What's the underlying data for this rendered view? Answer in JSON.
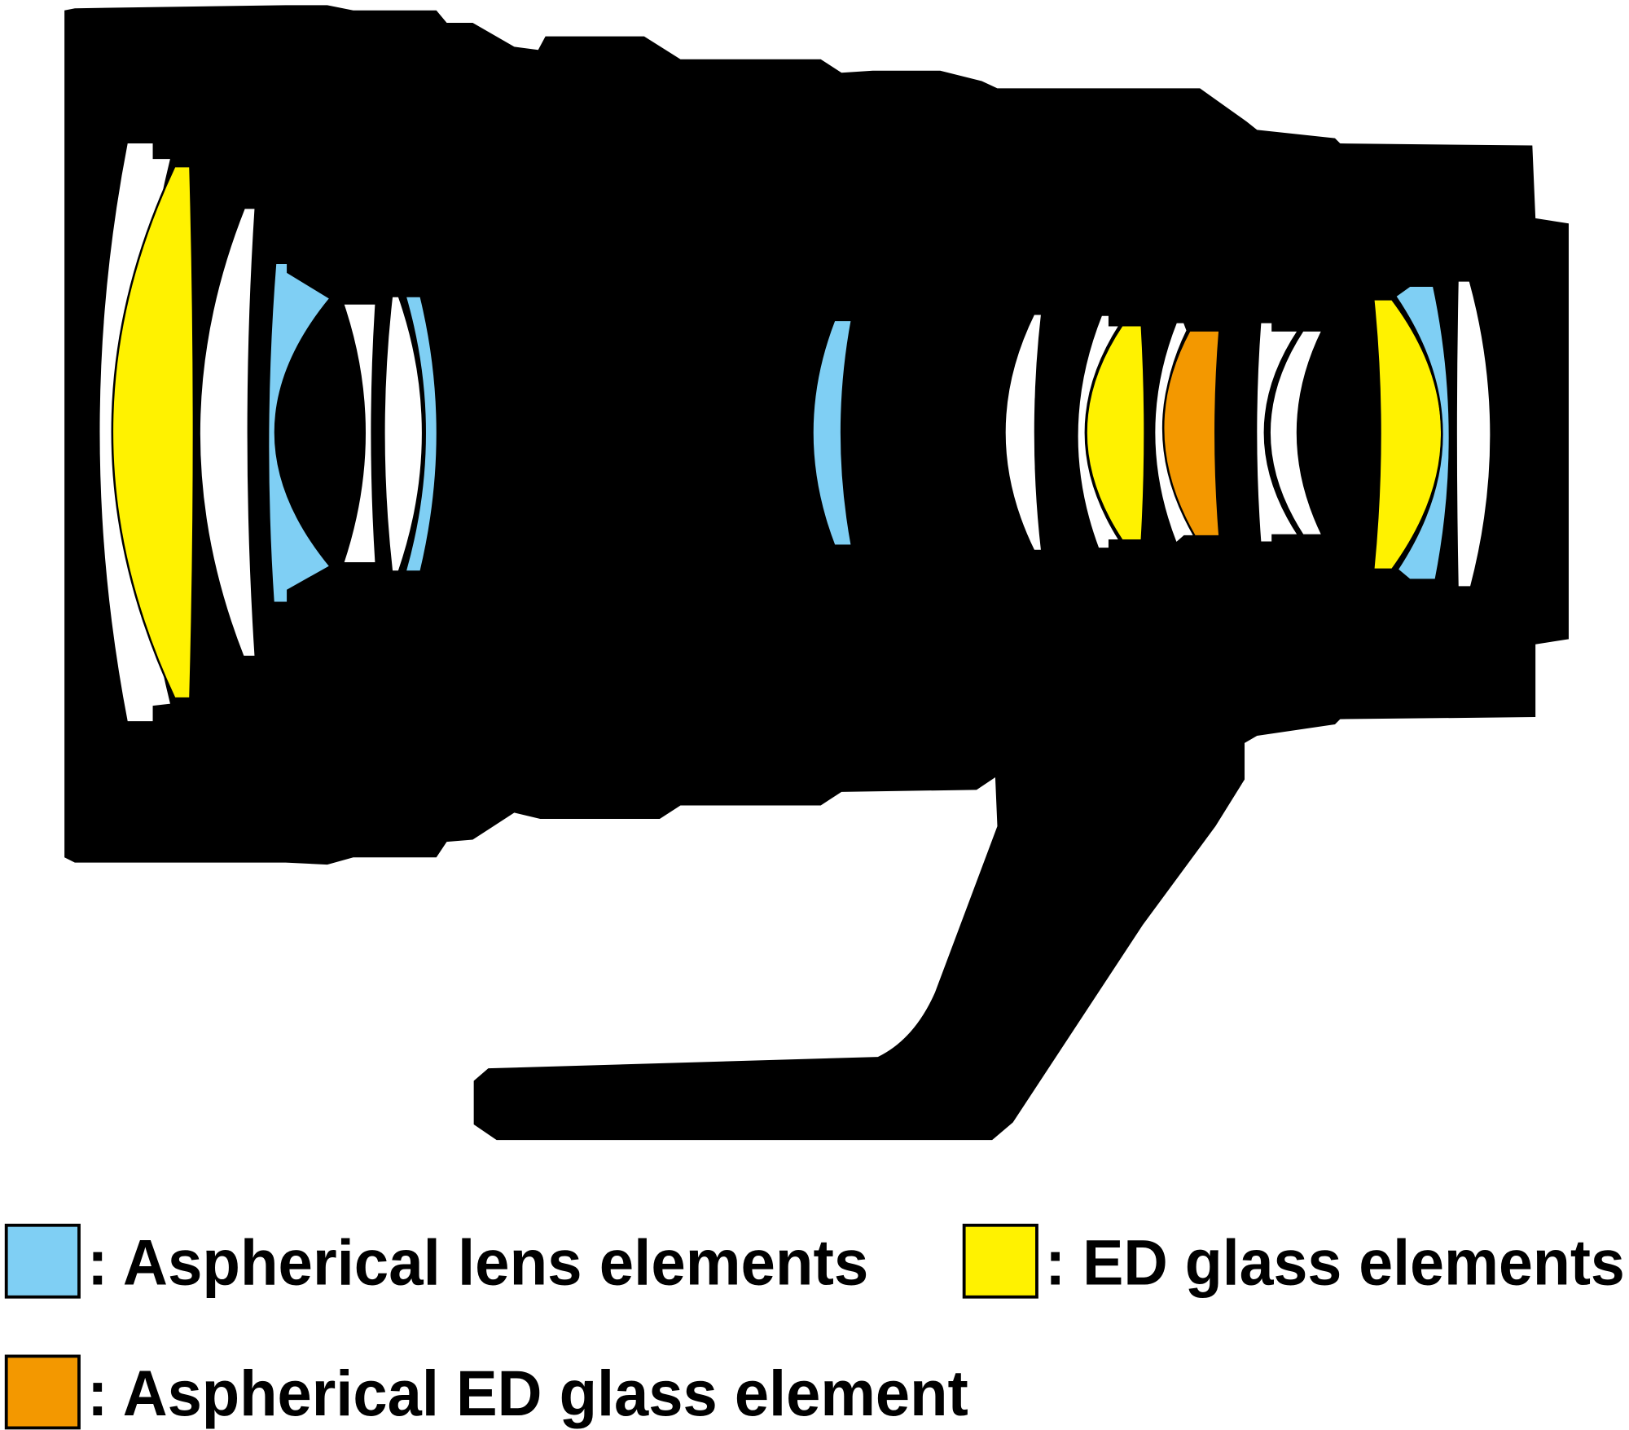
{
  "colors": {
    "aspherical": "#7fcff4",
    "ed_glass": "#fff200",
    "aspherical_ed": "#f39800",
    "plain_glass": "#ffffff",
    "barrel": "#000000"
  },
  "legend": [
    {
      "label": ": Aspherical lens elements",
      "color": "#7fcff4"
    },
    {
      "label": ": ED glass elements",
      "color": "#fff200"
    },
    {
      "label": ": Aspherical ED glass element",
      "color": "#f39800"
    }
  ]
}
